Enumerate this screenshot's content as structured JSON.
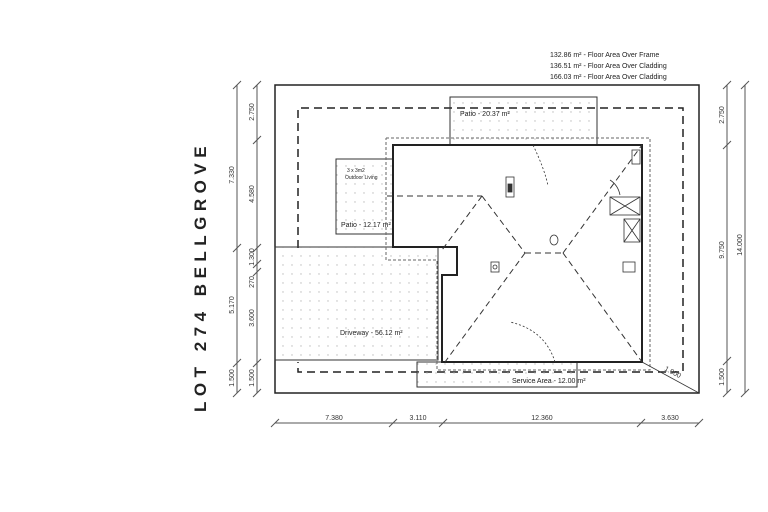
{
  "title": "LOT 274 BELLGROVE",
  "area_notes": [
    "132.86 m² - Floor Area Over Frame",
    "136.51 m² - Floor Area Over Cladding",
    "166.03 m² - Floor Area Over Cladding"
  ],
  "labels": {
    "patio_rear": "Patio - 20.37 m²",
    "outdoor_living_1": "3 x 3m2",
    "outdoor_living_2": "Outdoor Living",
    "patio_side": "Patio - 12.17 m²",
    "driveway": "Driveway - 56.12 m²",
    "service_area": "Service Area - 12.00 m²",
    "corner_offset": "1.000"
  },
  "dimensions": {
    "left_outer": [
      "7.330",
      "5.170",
      "1.500"
    ],
    "left_inner": [
      "2.750",
      "4.580",
      "1.300",
      "270",
      "3.600",
      "1.500"
    ],
    "right_inner": [
      "2.750",
      "9.750",
      "1.500"
    ],
    "right_outer": [
      "14.000"
    ],
    "bottom": [
      "7.380",
      "3.110",
      "12.360",
      "3.630"
    ]
  },
  "colors": {
    "line": "#222222",
    "dim": "#555555",
    "hatch": "#bbbbbb"
  }
}
